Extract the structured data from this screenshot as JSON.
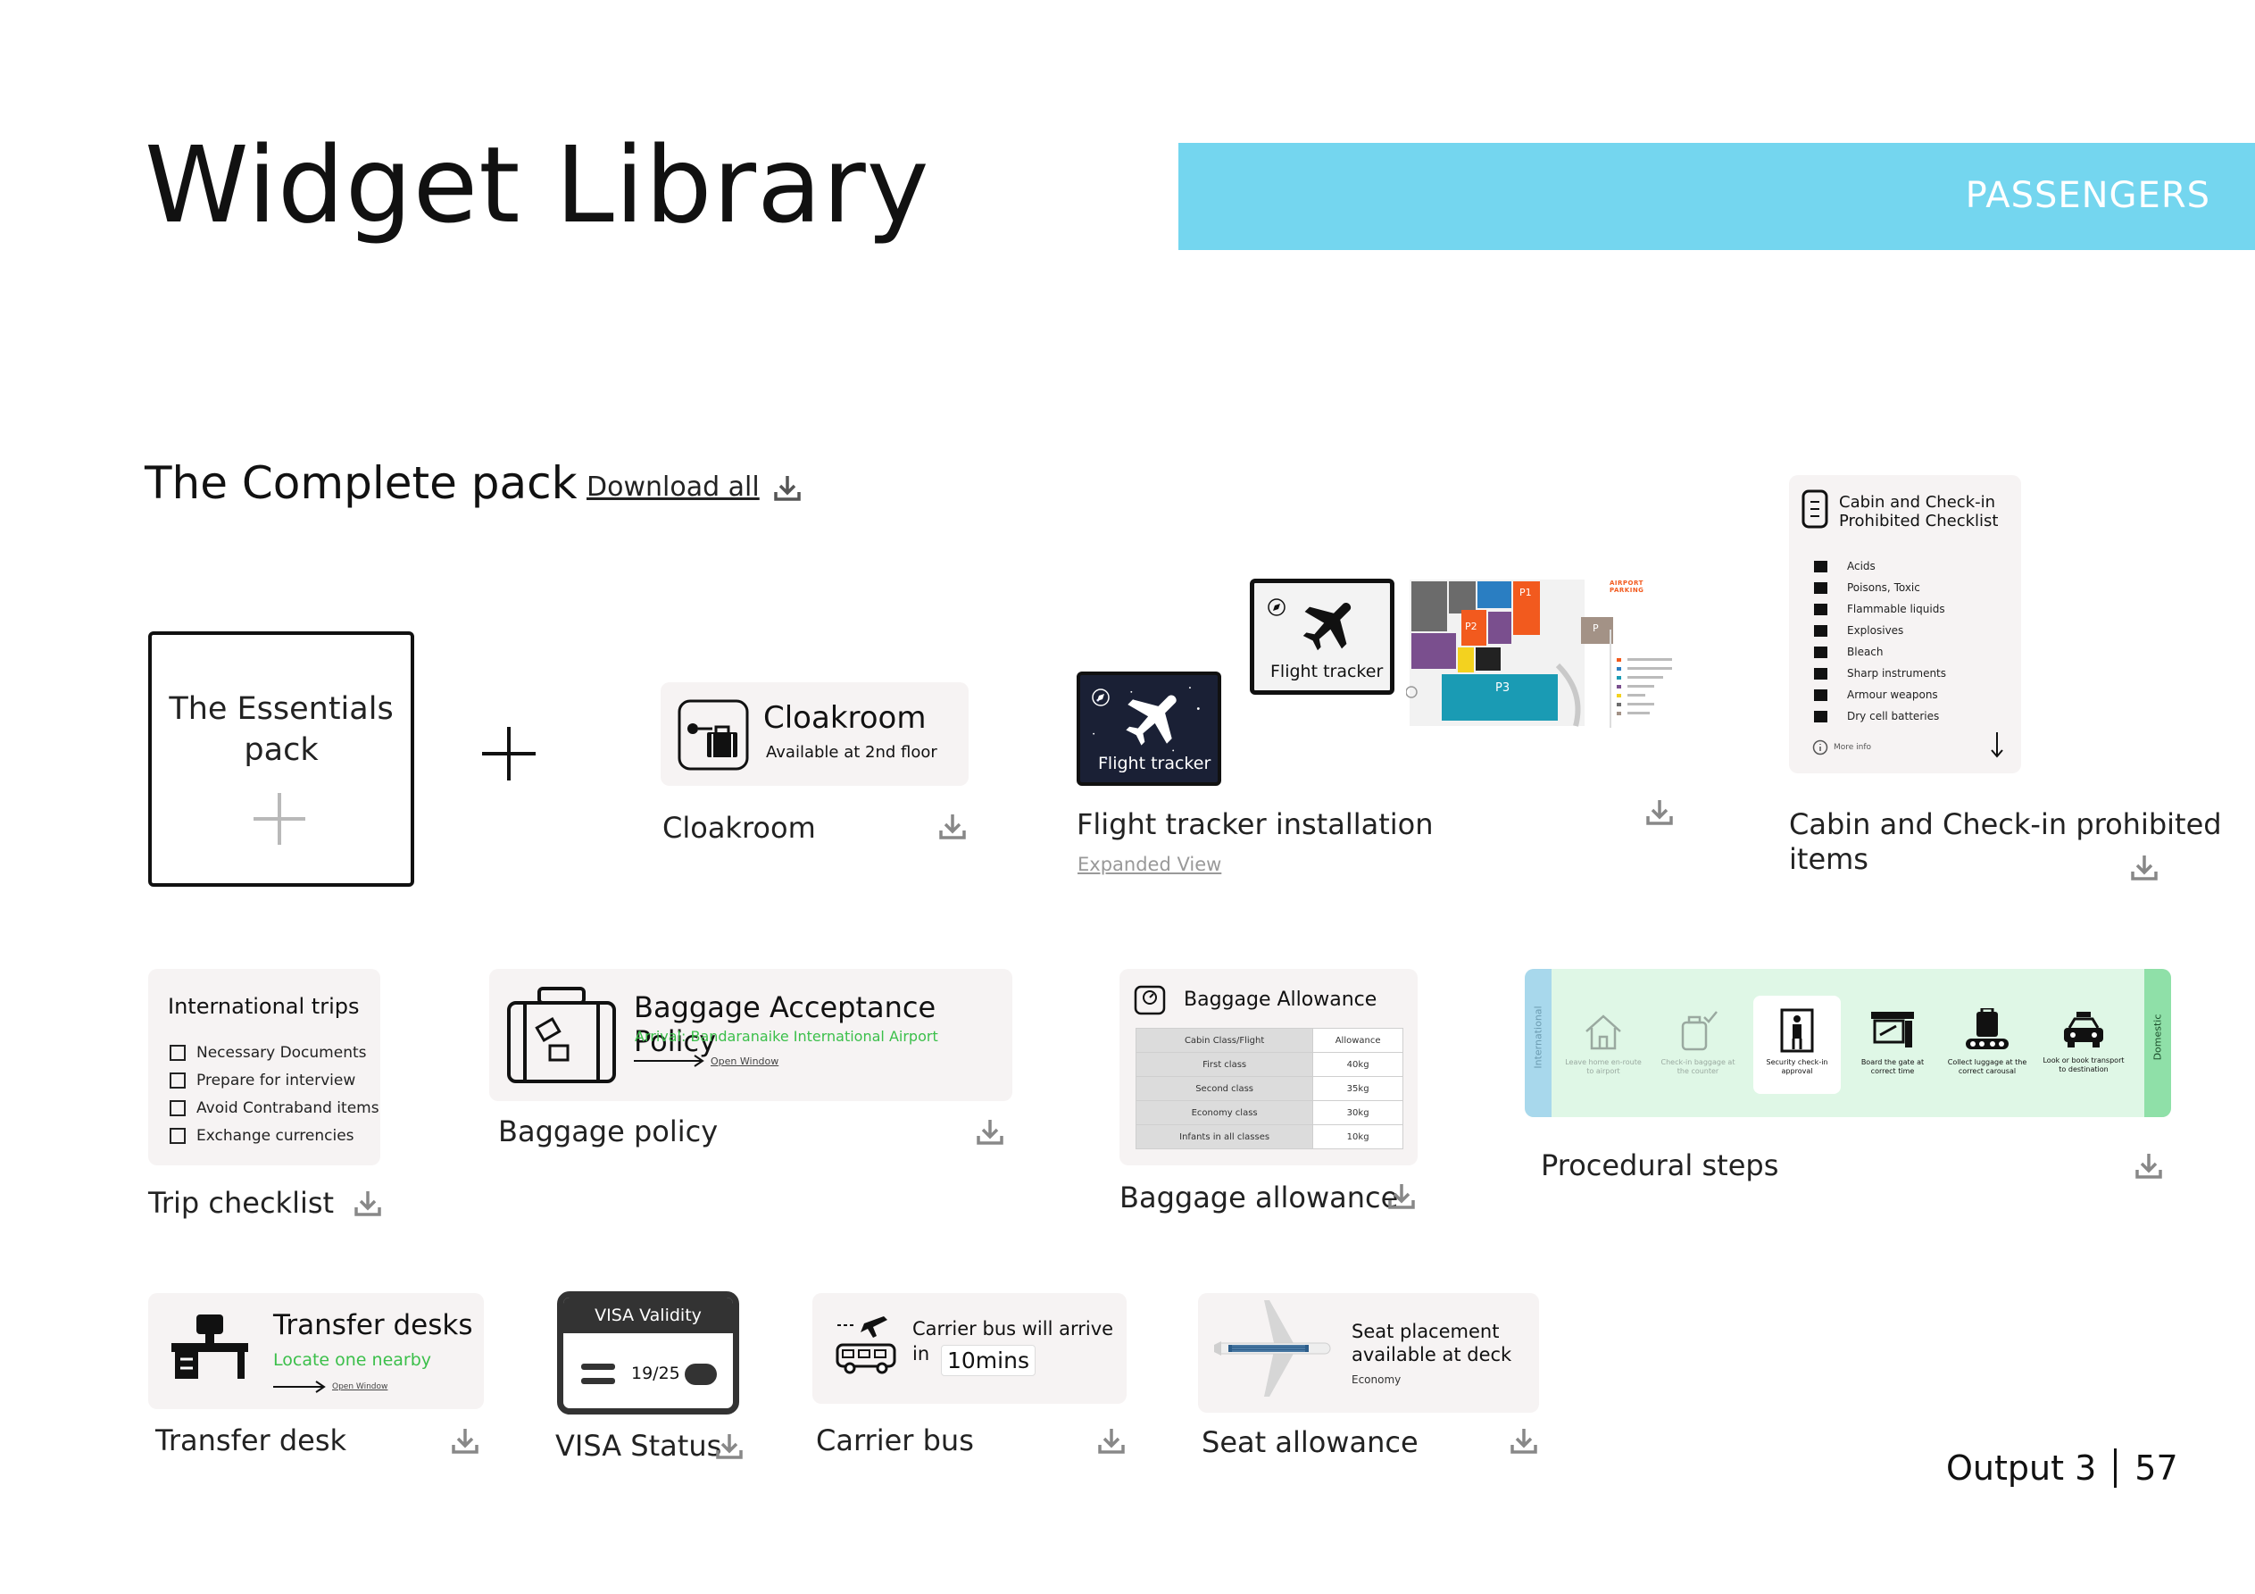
{
  "header": {
    "title": "Widget Library",
    "banner": "PASSENGERS"
  },
  "section": {
    "title": "The Complete pack",
    "download_all": "Download all"
  },
  "essentials": {
    "line1": "The Essentials",
    "line2": "pack"
  },
  "cloakroom": {
    "card_title": "Cloakroom",
    "card_subtitle": "Available at 2nd floor",
    "label": "Cloakroom"
  },
  "flight_tracker": {
    "dark_caption": "Flight tracker",
    "light_caption": "Flight tracker",
    "map_title": "AIRPORT PARKING",
    "map_zones": [
      "P1",
      "P2",
      "P3",
      "P"
    ],
    "label": "Flight tracker installation",
    "expanded_link": "Expanded View"
  },
  "prohibited": {
    "card_title_line1": "Cabin and Check-in",
    "card_title_line2": "Prohibited Checklist",
    "items": [
      "Acids",
      "Poisons, Toxic",
      "Flammable liquids",
      "Explosives",
      "Bleach",
      "Sharp instruments",
      "Armour weapons",
      "Dry cell batteries"
    ],
    "more_info": "More info",
    "label_line1": "Cabin and Check-in prohibited",
    "label_line2": "items"
  },
  "trip_checklist": {
    "card_title": "International trips",
    "items": [
      "Necessary Documents",
      "Prepare for interview",
      "Avoid Contraband items",
      "Exchange currencies"
    ],
    "label": "Trip checklist"
  },
  "baggage_policy": {
    "card_title": "Baggage Acceptance Policy",
    "arrival": "Arrival: Bandaranaike International Airport",
    "link": "Open Window",
    "label": "Baggage policy"
  },
  "baggage_allowance": {
    "card_title": "Baggage Allowance",
    "header": [
      "Cabin Class/Flight",
      "Allowance"
    ],
    "rows": [
      [
        "First class",
        "40kg"
      ],
      [
        "Second class",
        "35kg"
      ],
      [
        "Economy class",
        "30kg"
      ],
      [
        "Infants in all classes",
        "10kg"
      ]
    ],
    "label": "Baggage allowance"
  },
  "procedural": {
    "left_tag": "International",
    "right_tag": "Domestic",
    "steps": [
      "Leave home en-route to airport",
      "Check-in baggage at the counter",
      "Security check-in approval",
      "Board the gate at correct time",
      "Collect luggage at the correct carousal",
      "Look or book transport to destination"
    ],
    "label": "Procedural steps"
  },
  "transfer": {
    "card_title": "Transfer desks",
    "subtitle": "Locate one nearby",
    "link": "Open Window",
    "label": "Transfer desk"
  },
  "visa": {
    "card_title": "VISA Validity",
    "value": "19/25",
    "label": "VISA Status"
  },
  "bus": {
    "line1": "Carrier bus will arrive",
    "line2": "in",
    "eta": "10mins",
    "label": "Carrier bus"
  },
  "seat": {
    "line1": "Seat placement",
    "line2": "available at deck",
    "class": "Economy",
    "label": "Seat allowance"
  },
  "footer": {
    "section": "Output 3",
    "page": "57"
  },
  "colors": {
    "banner": "#74d6ef",
    "green_link": "#3bbf4a",
    "international_tag": "#a8d8ec",
    "domestic_tag": "#8fe0a8",
    "steps_bg": "#dff7e6"
  }
}
